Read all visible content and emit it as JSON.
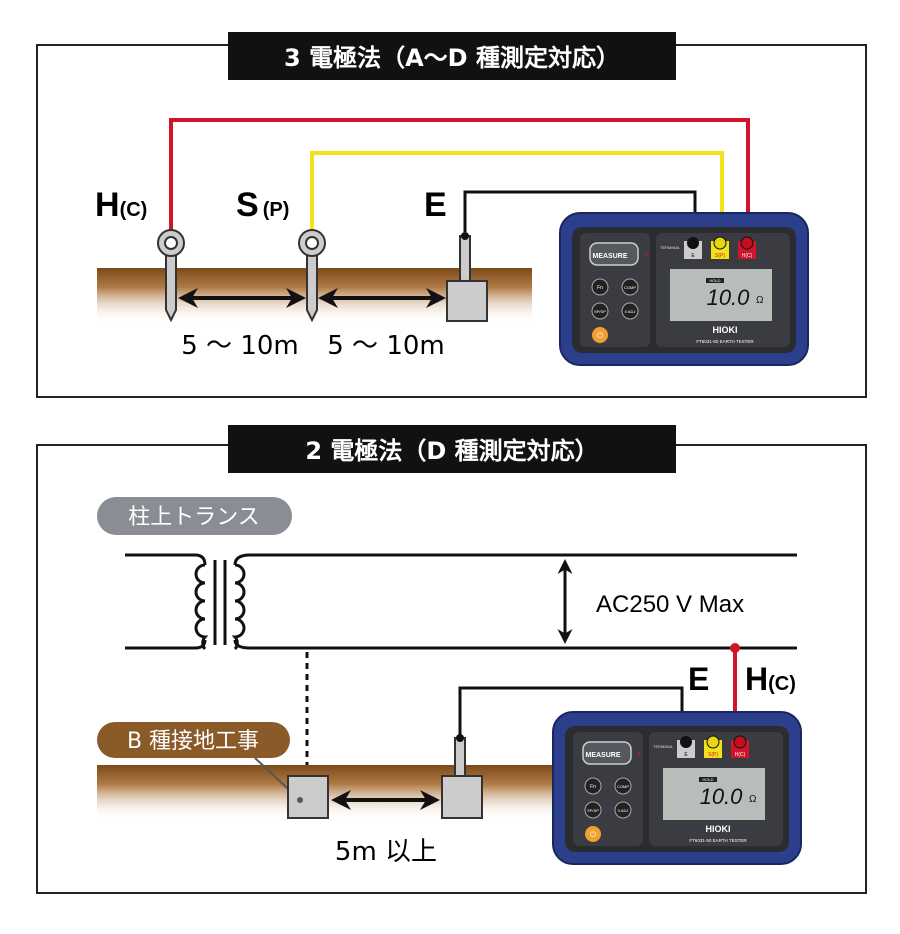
{
  "panel_3pole": {
    "title": "3 電極法（A〜D 種測定対応）",
    "label_h": "H",
    "label_h_sub": "(C)",
    "label_s": "S",
    "label_s_sub": "(P)",
    "label_e": "E",
    "distance_1": "5 〜 10m",
    "distance_2": "5 〜 10m"
  },
  "panel_2pole": {
    "title": "2 電極法（D 種測定対応）",
    "transformer_label": "柱上トランス",
    "voltage_label": "AC250 V Max",
    "label_e": "E",
    "label_h": "H",
    "label_h_sub": "(C)",
    "ground_work_label": "B 種接地工事",
    "distance": "5m 以上"
  },
  "device": {
    "measure": "MEASURE",
    "fn": "Fn",
    "comp": "COMP",
    "sp": "SP/SP",
    "zero_adj": "0 ADJ",
    "terminal": "TERMINAL",
    "term_e": "E",
    "term_s": "S(P)",
    "term_h": "H(C)",
    "hold": "HOLD",
    "reading": "10.0",
    "unit": "Ω",
    "brand": "HIOKI",
    "model": "FT6031-50 EARTH TESTER"
  },
  "colors": {
    "red_wire": "#d0152b",
    "yellow_wire": "#f2e21a",
    "black_wire": "#111111",
    "ground": "#8b5a25",
    "device_body": "#2c3f8c"
  }
}
